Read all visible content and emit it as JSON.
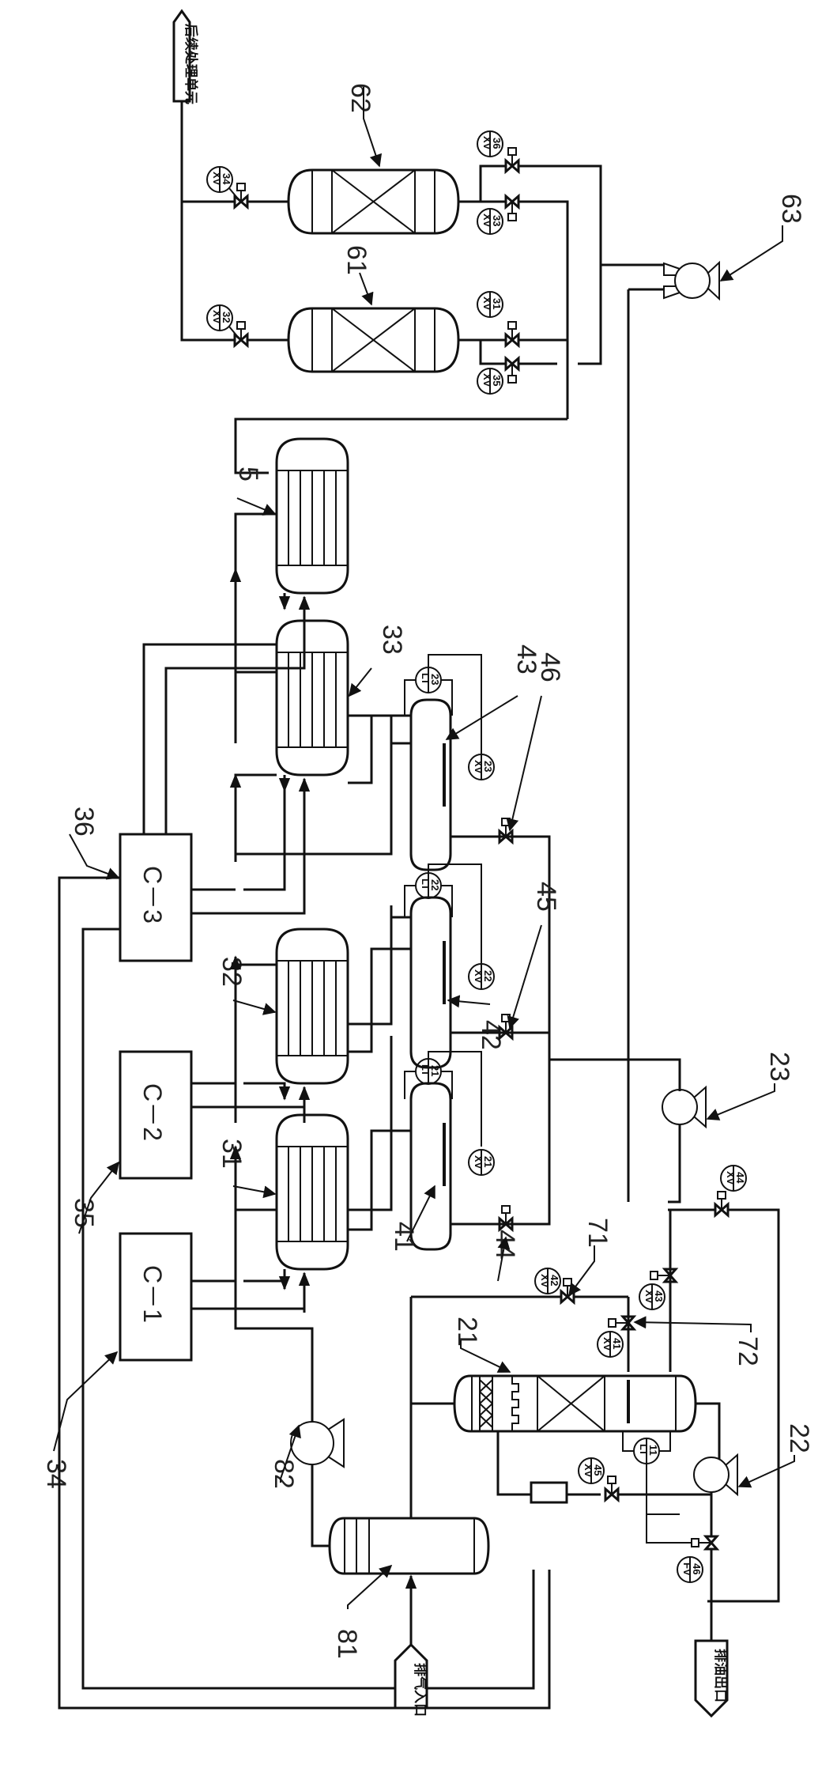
{
  "diagram": {
    "type": "process-flow-diagram",
    "orientation": "rotated-90",
    "terminals": {
      "downstream": "后续处理单元",
      "exhaust_inlet": "排气入口",
      "oil_outlet": "排油出口"
    },
    "equipment_labels": {
      "e21": "21",
      "e22": "22",
      "e23": "23",
      "e31": "31",
      "e32": "32",
      "e33": "33",
      "e34": "34",
      "e35": "35",
      "e36": "36",
      "e41": "41",
      "e42": "42",
      "e43": "43",
      "e44": "44",
      "e45": "45",
      "e46": "46",
      "e5": "5",
      "e61": "61",
      "e62": "62",
      "e63": "63",
      "e71": "71",
      "e72": "72",
      "e81": "81",
      "e82": "82"
    },
    "compressors": {
      "c1": "C－1",
      "c2": "C－2",
      "c3": "C－3"
    },
    "instruments": {
      "xv31": {
        "type": "XV",
        "num": "31"
      },
      "xv32": {
        "type": "XV",
        "num": "32"
      },
      "xv33": {
        "type": "XV",
        "num": "33"
      },
      "xv34": {
        "type": "XV",
        "num": "34"
      },
      "xv35": {
        "type": "XV",
        "num": "35"
      },
      "xv36": {
        "type": "XV",
        "num": "36"
      },
      "xv21": {
        "type": "XV",
        "num": "21"
      },
      "xv22": {
        "type": "XV",
        "num": "22"
      },
      "xv23": {
        "type": "XV",
        "num": "23"
      },
      "xv41": {
        "type": "XV",
        "num": "41"
      },
      "xv42": {
        "type": "XV",
        "num": "42"
      },
      "xv43": {
        "type": "XV",
        "num": "43"
      },
      "xv44": {
        "type": "XV",
        "num": "44"
      },
      "xv45": {
        "type": "XV",
        "num": "45"
      },
      "fv46": {
        "type": "FV",
        "num": "46"
      },
      "lt11": {
        "type": "LT",
        "num": "11"
      },
      "lt21": {
        "type": "LT",
        "num": "21"
      },
      "lt22": {
        "type": "LT",
        "num": "22"
      },
      "lt23": {
        "type": "LT",
        "num": "23"
      }
    }
  }
}
